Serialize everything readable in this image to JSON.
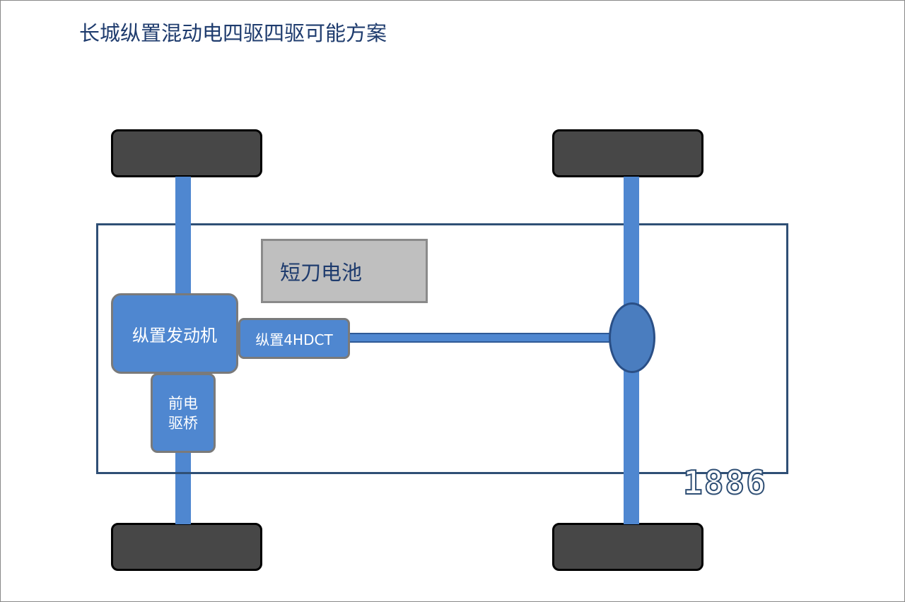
{
  "title": "长城纵置混动电四驱四驱可能方案",
  "components": {
    "battery": "短刀电池",
    "engine": "纵置发动机",
    "dct": "纵置4HDCT",
    "front_axle": "前电驱桥"
  },
  "watermark": "1886",
  "colors": {
    "title": "#1f3c6e",
    "axle": "#4f87d0",
    "differential": "#4a7dbf",
    "chassis": "#2f4f75",
    "wheel": "#474747",
    "battery": "#bfbfbf"
  }
}
